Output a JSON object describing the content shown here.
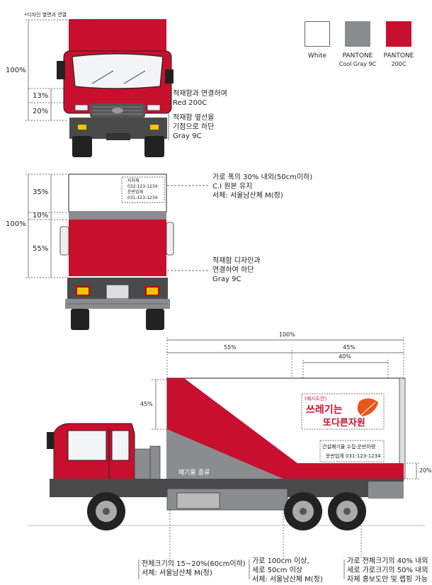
{
  "header": {
    "caption": "•디자인 옆면과 연결"
  },
  "legend": [
    {
      "label": "White",
      "sub": "",
      "color": "#ffffff"
    },
    {
      "label": "PANTONE",
      "sub": "Cool Gray 9C",
      "color": "#8a8c8e"
    },
    {
      "label": "PANTONE",
      "sub": "200C",
      "color": "#c8102e"
    }
  ],
  "front": {
    "total": "100%",
    "p13": "13%",
    "p20": "20%",
    "note1": "적재함과 연결하여\nRed 200C",
    "note2": "적재함 옆선을\n기점으로 하단\nGray 9C"
  },
  "rear": {
    "total": "100%",
    "p35": "35%",
    "p10": "10%",
    "p55": "55%",
    "plate": "지자체\n032-123-1234\n운반업체\n031-123-1234",
    "note1": "가로 폭의 30% 내외(50cm이하)\nC.I 원본 유지\n서체: 서울남산체 M(정)",
    "note2": "적재함 디자인과\n연결하여 하단\nGray 9C"
  },
  "side": {
    "top100": "100%",
    "p55": "55%",
    "p45": "45%",
    "p40": "40%",
    "left45": "45%",
    "right20": "20%",
    "sample_tag": "(예시도안)",
    "slogan1": "쓰레기는",
    "slogan2": "또다른자원",
    "contact1": "건설폐기물 수집·운반차량",
    "contact2": "운반업체 031-123-1234",
    "waste_type": "폐기물 종류",
    "note1": "전체크기의 15~20%(60cm이하)\n서체: 서울남산체 M(정)",
    "note2": "가로 100cm 이상,\n세로 50cm 이상\n서체: 서울남산체 M(정)",
    "note3": "가로 전체크기의 40% 내외\n세로 가로크기의 50% 내외\n자체 홍보도안 및 랩핑 가능"
  },
  "colors": {
    "red": "#c8102e",
    "gray": "#8a8c8e",
    "dark": "#3a3a3a"
  }
}
